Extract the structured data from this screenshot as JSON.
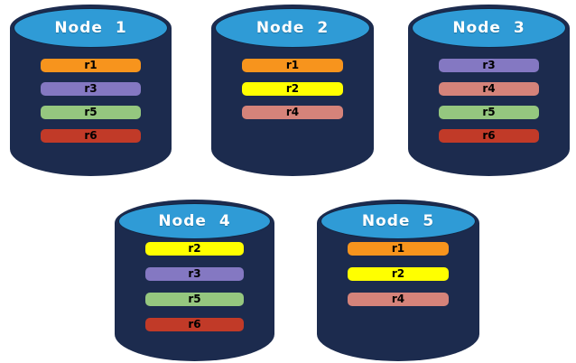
{
  "diagram": {
    "description": "Five database nodes (cylinders) each storing a set of replicas",
    "palette": {
      "cylinder_body": "#1C2B4E",
      "cylinder_top": "#2F9BD6",
      "cylinder_outline": "#142440",
      "node_label_color": "#FFFFFF",
      "replica_label_color": "#000000",
      "background": "#FFFFFF"
    },
    "replica_colors": {
      "r1": "#F7941D",
      "r2": "#FFFF00",
      "r3": "#8478C2",
      "r4": "#D5837A",
      "r5": "#95C77F",
      "r6": "#C13A28"
    },
    "nodes": [
      {
        "label": "Node 1",
        "replicas": [
          "r1",
          "r3",
          "r5",
          "r6"
        ]
      },
      {
        "label": "Node 2",
        "replicas": [
          "r1",
          "r2",
          "r4"
        ]
      },
      {
        "label": "Node 3",
        "replicas": [
          "r3",
          "r4",
          "r5",
          "r6"
        ]
      },
      {
        "label": "Node 4",
        "replicas": [
          "r2",
          "r3",
          "r5",
          "r6"
        ]
      },
      {
        "label": "Node 5",
        "replicas": [
          "r1",
          "r2",
          "r4"
        ]
      }
    ]
  }
}
